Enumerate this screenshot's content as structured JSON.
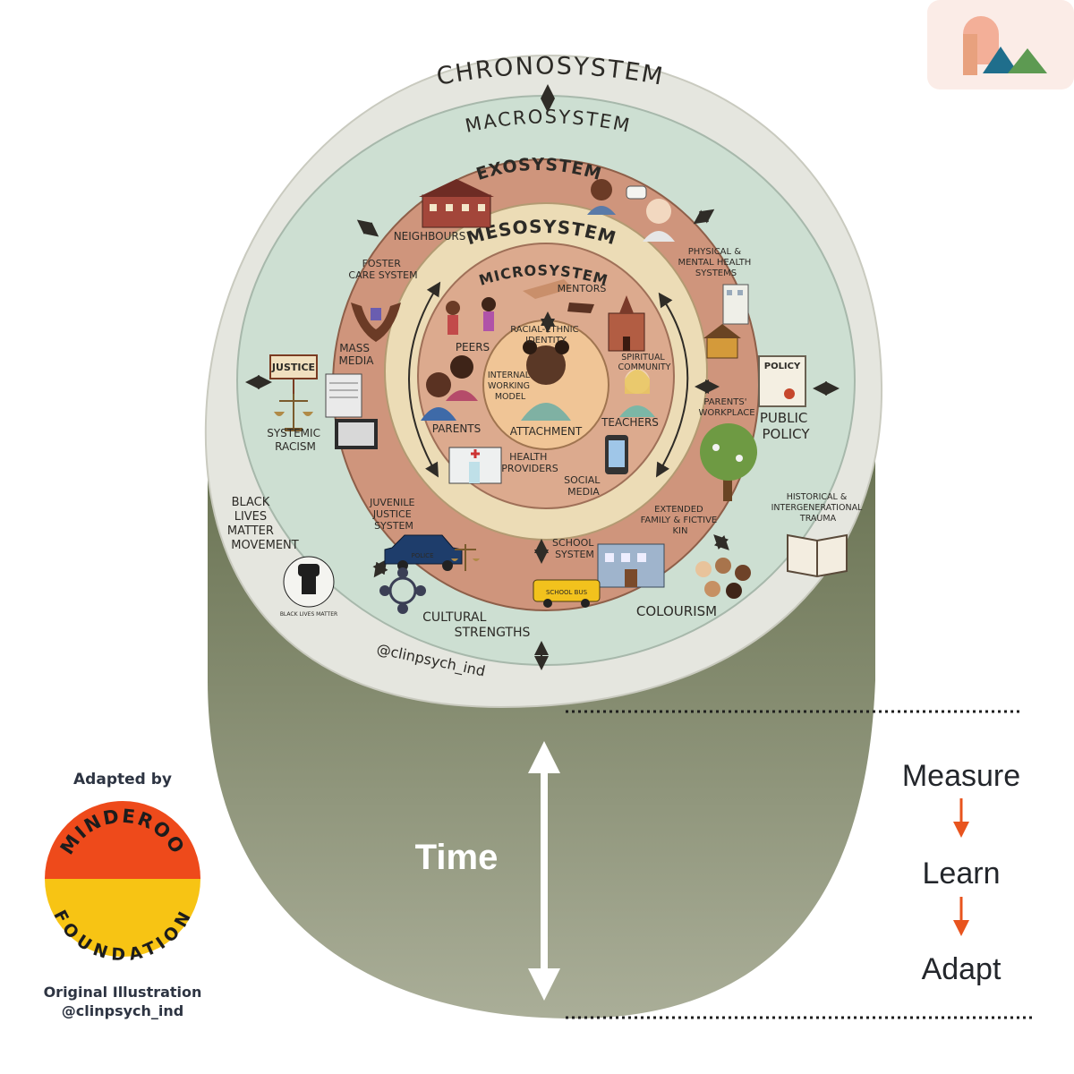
{
  "rings": {
    "chronosystem": "CHRONOSYSTEM",
    "macrosystem": "MACROSYSTEM",
    "exosystem": "EXOSYSTEM",
    "mesosystem": "MESOSYSTEM",
    "microsystem": "MICROSYSTEM"
  },
  "center": {
    "identity": [
      "RACIAL-ETHNIC",
      "IDENTITY"
    ],
    "working_model": [
      "INTERNAL",
      "WORKING",
      "MODEL"
    ],
    "attachment": "ATTACHMENT"
  },
  "micro_labels": {
    "mentors": "MENTORS",
    "peers": "PEERS",
    "parents": "PARENTS",
    "spiritual": [
      "SPIRITUAL",
      "COMMUNITY"
    ],
    "teachers": "TEACHERS",
    "health": [
      "HEALTH",
      "PROVIDERS"
    ],
    "social_media": [
      "SOCIAL",
      "MEDIA"
    ]
  },
  "exo_labels": {
    "neighbours": "NEIGHBOURS",
    "foster": [
      "FOSTER",
      "CARE SYSTEM"
    ],
    "mass_media": [
      "MASS",
      "MEDIA"
    ],
    "health_systems": [
      "PHYSICAL &",
      "MENTAL HEALTH",
      "SYSTEMS"
    ],
    "parents_workplace": [
      "PARENTS'",
      "WORKPLACE"
    ],
    "extended_family": [
      "EXTENDED",
      "FAMILY & FICTIVE",
      "KIN"
    ],
    "school": [
      "SCHOOL",
      "SYSTEM"
    ],
    "juvenile": [
      "JUVENILE",
      "JUSTICE",
      "SYSTEM"
    ]
  },
  "macro_labels": {
    "systemic_racism": [
      "SYSTEMIC",
      "RACISM"
    ],
    "public_policy": [
      "PUBLIC",
      "POLICY"
    ],
    "blm": [
      "BLACK",
      "LIVES",
      "MATTER",
      "MOVEMENT"
    ],
    "cultural": [
      "CULTURAL",
      "STRENGTHS"
    ],
    "colourism": "COLOURISM",
    "historical": [
      "HISTORICAL &",
      "INTERGENERATIONAL",
      "TRAUMA"
    ],
    "justice_sign": "JUSTICE",
    "policy_sign": "POLICY",
    "blm_badge": "BLACK LIVES MATTER",
    "police": "POLICE",
    "school_bus": "SCHOOL BUS"
  },
  "handle": "@clinpsych_ind",
  "time_label": "Time",
  "cycle": [
    "Measure",
    "Learn",
    "Adapt"
  ],
  "credits": {
    "adapted_by": "Adapted by",
    "org_top": "MINDEROO",
    "org_bottom": "FOUNDATION",
    "original": "Original Illustration",
    "original_handle": "@clinpsych_ind"
  },
  "colors": {
    "chrono": "#e5e6df",
    "macro": "#cddfd2",
    "exo": "#cf957c",
    "meso": "#ecdcb6",
    "micro": "#dcaa8e",
    "core": "#f0c596",
    "cone_top": "#6b7556",
    "cone_bottom": "#a6ab95",
    "cycle_arrow": "#e8541e",
    "badge_top": "#ee4a1b",
    "badge_bottom": "#f7c414"
  },
  "icons": [
    "logo-mark",
    "time-double-arrow-icon",
    "measure-learn-arrow-icon",
    "learn-adapt-arrow-icon",
    "minderoo-badge",
    "justice-scales-icon",
    "police-car-icon",
    "school-bus-icon",
    "book-icon",
    "raised-fist-icon",
    "tree-icon",
    "house-icon",
    "hospital-icon",
    "phone-icon",
    "tv-icon",
    "newspaper-icon"
  ]
}
